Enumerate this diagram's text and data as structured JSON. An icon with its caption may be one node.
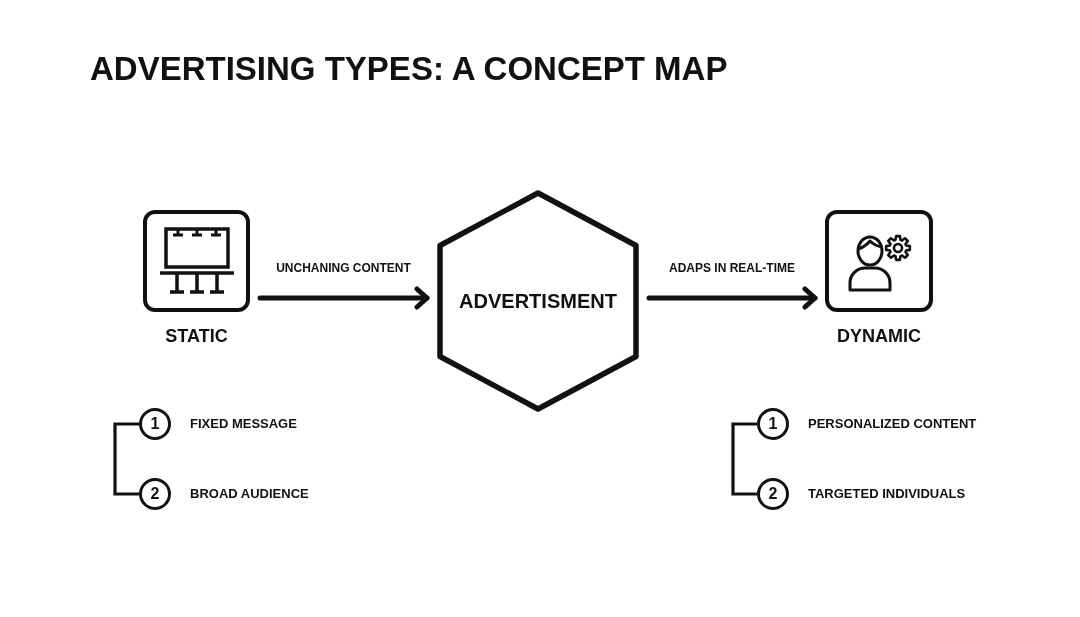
{
  "diagram": {
    "title": "ADVERTISING TYPES: A CONCEPT MAP",
    "nodes": [
      {
        "text": [
          "STATIC"
        ]
      },
      {
        "text": [
          "ADVERTISMENT"
        ]
      },
      {
        "text": [
          "DYNAMIC"
        ]
      },
      {
        "text": [
          "1"
        ],
        "beside": [
          "FIXED MESSAGE"
        ]
      },
      {
        "text": [
          "2"
        ],
        "beside": [
          "BROAD AUDIENCE"
        ]
      },
      {
        "text": [
          "1"
        ],
        "beside": [
          "PERSONALIZED CONTENT"
        ]
      },
      {
        "text": [
          "2"
        ],
        "beside": [
          "TARGETED INDIVIDUALS"
        ]
      }
    ],
    "edges": [
      {
        "from": 0,
        "to": 1,
        "arrow": "to",
        "label": "UNCHANING CONTENT"
      },
      {
        "from": 1,
        "to": 2,
        "arrow": "to",
        "label": "ADAPS IN REAL-TIME"
      },
      {
        "from": 3,
        "to": 4,
        "arrow": "none"
      },
      {
        "from": 5,
        "to": 6,
        "arrow": "none"
      }
    ]
  }
}
